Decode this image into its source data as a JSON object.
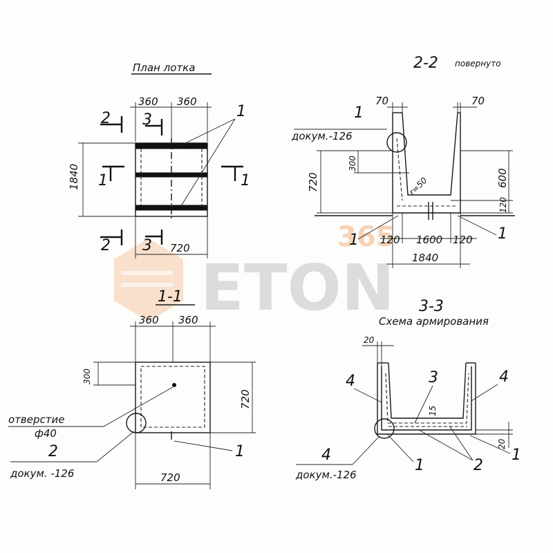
{
  "titles": {
    "plan": "План лотка",
    "section_22": "2-2",
    "section_22_note": "повернуто",
    "section_11": "1-1",
    "section_33": "3-3",
    "section_33_sub": "Схема армирования"
  },
  "plan": {
    "dim_left": "360",
    "dim_right": "360",
    "dim_height": "1840",
    "dim_bottom": "720",
    "cut_2": "2",
    "cut_3": "3",
    "cut_1": "1",
    "leader_1": "1"
  },
  "section22": {
    "dim_70_left": "70",
    "dim_70_right": "70",
    "callout_num": "1",
    "callout_doc": "докум.-126",
    "dim_300": "300",
    "dim_720": "720",
    "radius": "r=50",
    "dim_600": "600",
    "dim_120_v": "120",
    "dim_120_left": "120",
    "dim_1600": "1600",
    "dim_120_right": "120",
    "dim_1840": "1840",
    "leader_left": "1",
    "leader_right": "1"
  },
  "section11": {
    "dim_360_left": "360",
    "dim_360_right": "360",
    "dim_300": "300",
    "dim_720_v": "720",
    "hole_label_1": "отверстие",
    "hole_label_2": "ф40",
    "callout_num": "2",
    "callout_doc": "докум. -126",
    "leader_1": "1",
    "dim_720_bottom": "720"
  },
  "section33": {
    "dim_20_top": "20",
    "label_3": "3",
    "label_4_left": "4",
    "label_4_right": "4",
    "dim_15": "15",
    "dim_20_right": "20",
    "callout_num": "4",
    "callout_doc": "докум.-126",
    "leader_1a": "1",
    "leader_2": "2",
    "leader_1b": "1"
  },
  "watermark": {
    "brand": "ETON",
    "number": "365",
    "accent_color": "#f0a060"
  }
}
